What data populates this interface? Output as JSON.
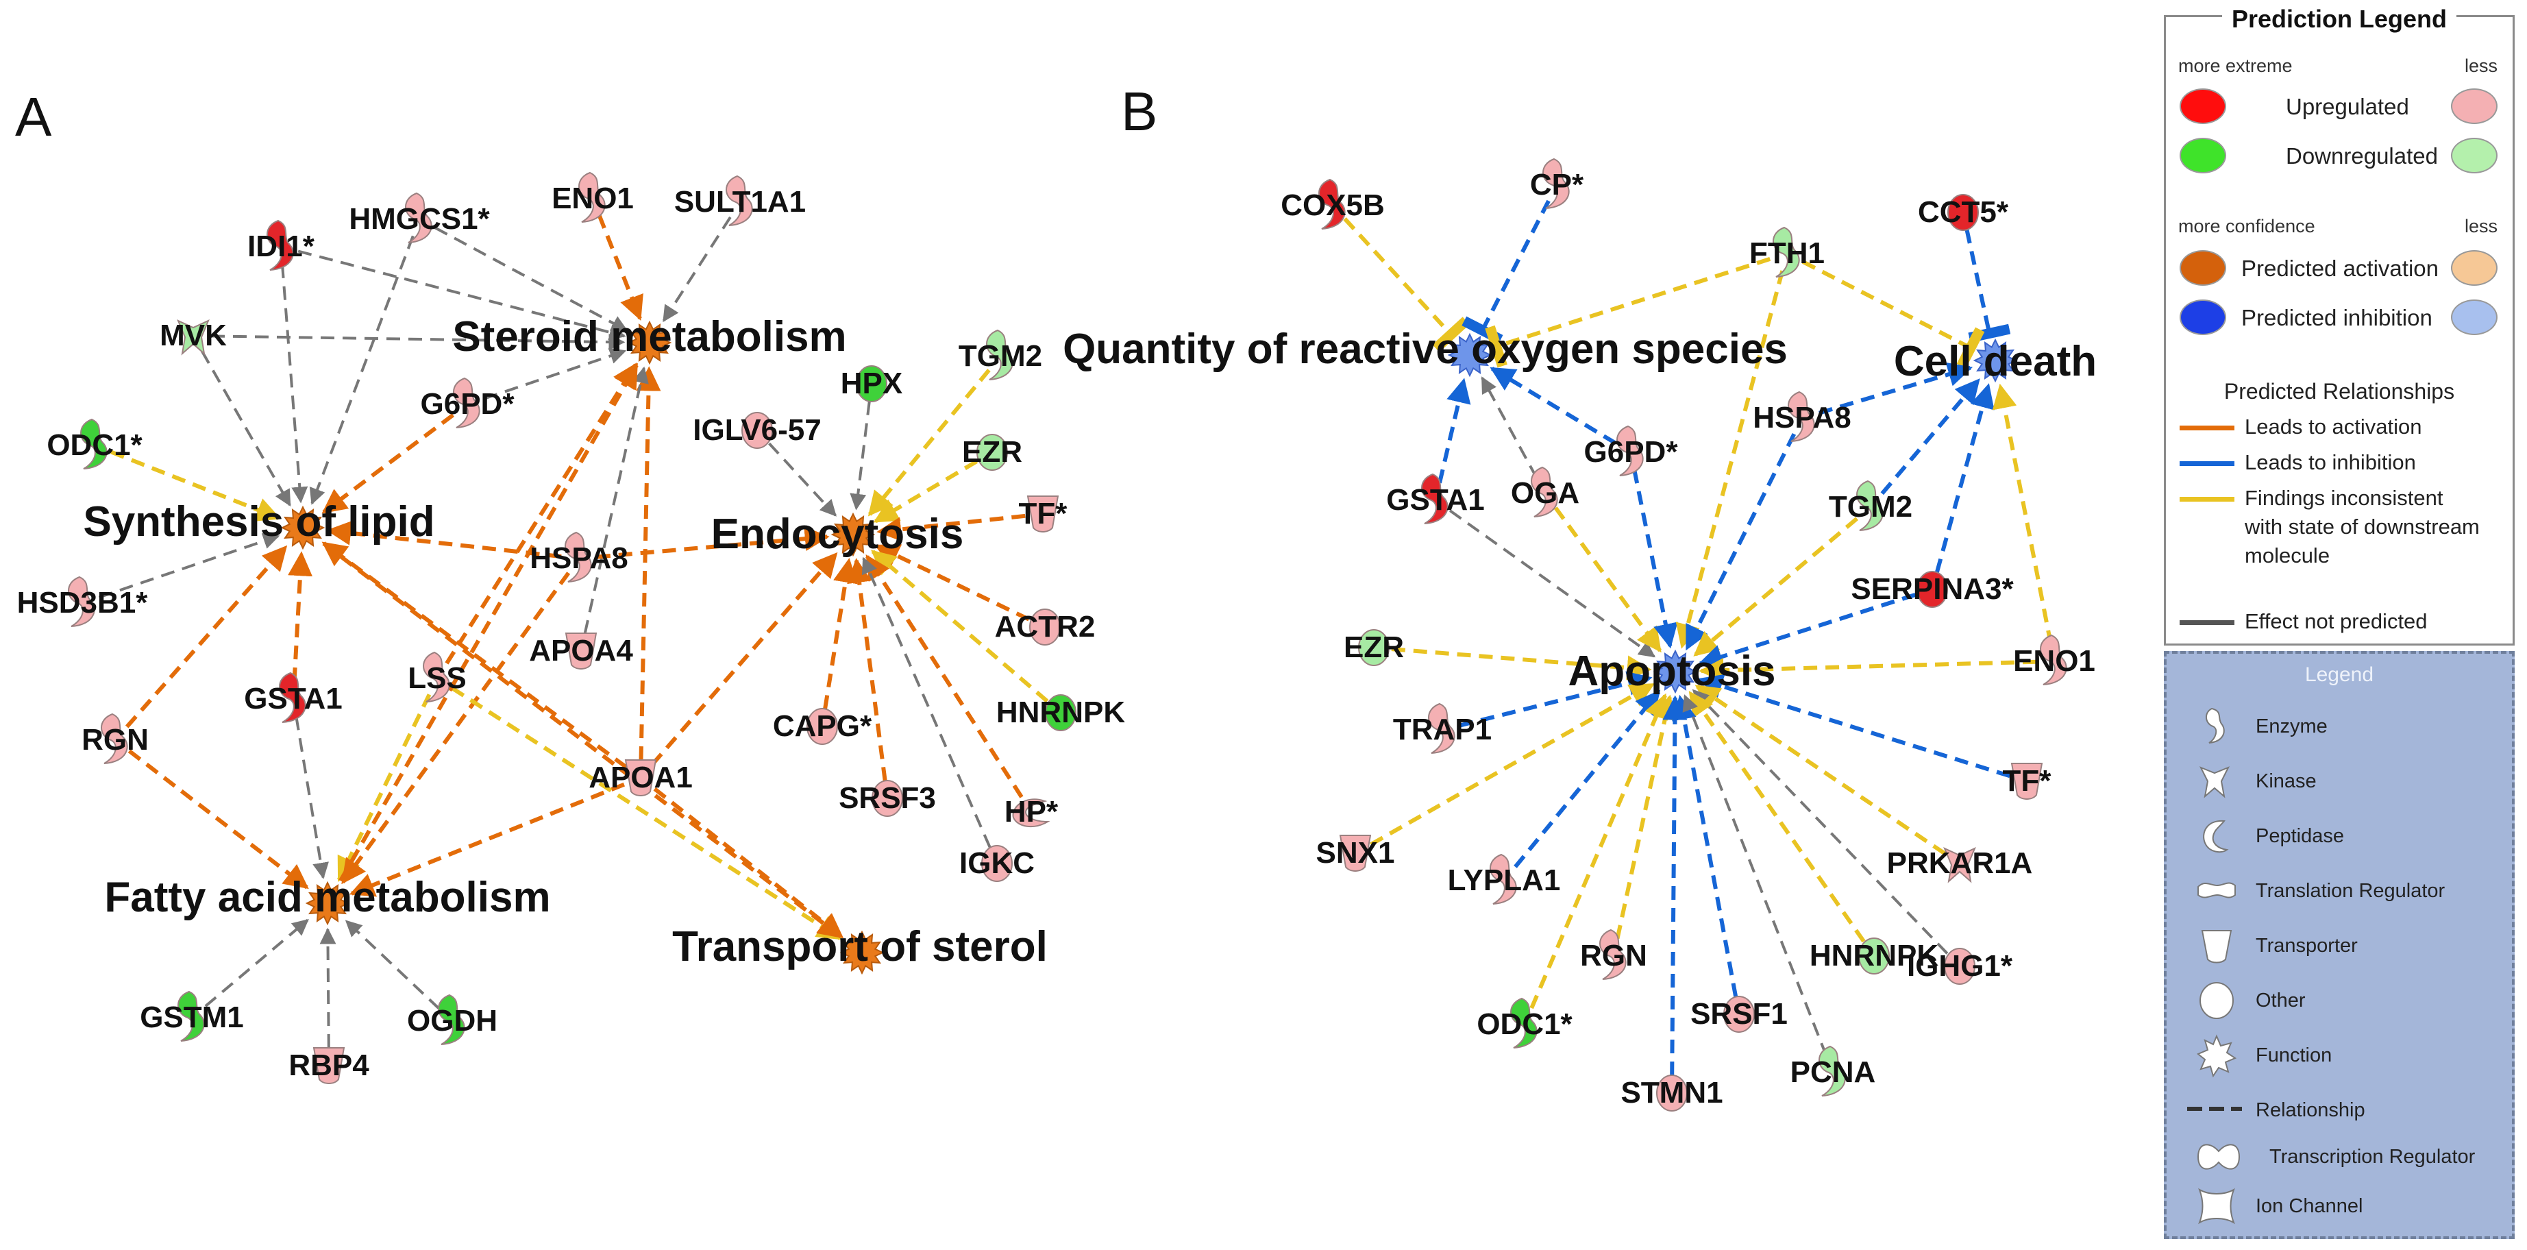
{
  "panels": {
    "a": "A",
    "b": "B"
  },
  "colors": {
    "activation": "#e36c09",
    "inhibition": "#1565d6",
    "inconsistent": "#e9c322",
    "not_predicted": "#777777",
    "up_strong": "#e3252a",
    "up_light": "#f4b0b3",
    "down_strong": "#3fd13a",
    "down_light": "#a7eaa3"
  },
  "network_a": {
    "functions": [
      {
        "id": "steroid",
        "label": "Steroid metabolism"
      },
      {
        "id": "lipid",
        "label": "Synthesis of lipid"
      },
      {
        "id": "endo",
        "label": "Endocytosis"
      },
      {
        "id": "fatty",
        "label": "Fatty acid metabolism"
      },
      {
        "id": "sterol",
        "label": "Transport of sterol"
      }
    ],
    "molecules": [
      {
        "id": "IDI1",
        "label": "IDI1*",
        "kind": "enzyme",
        "color": "up_strong"
      },
      {
        "id": "HMGCS1",
        "label": "HMGCS1*",
        "kind": "enzyme",
        "color": "up_light"
      },
      {
        "id": "ENO1",
        "label": "ENO1",
        "kind": "enzyme",
        "color": "up_light"
      },
      {
        "id": "SULT1A1",
        "label": "SULT1A1",
        "kind": "enzyme",
        "color": "up_light"
      },
      {
        "id": "MVK",
        "label": "MVK",
        "kind": "kinase",
        "color": "down_light"
      },
      {
        "id": "ODC1",
        "label": "ODC1*",
        "kind": "enzyme",
        "color": "down_strong"
      },
      {
        "id": "G6PD",
        "label": "G6PD*",
        "kind": "enzyme",
        "color": "up_light"
      },
      {
        "id": "HSD3B1",
        "label": "HSD3B1*",
        "kind": "enzyme",
        "color": "up_light"
      },
      {
        "id": "HSPA8",
        "label": "HSPA8",
        "kind": "enzyme",
        "color": "up_light"
      },
      {
        "id": "APOA4",
        "label": "APOA4",
        "kind": "transporter",
        "color": "up_light"
      },
      {
        "id": "LSS",
        "label": "LSS",
        "kind": "enzyme",
        "color": "up_light"
      },
      {
        "id": "GSTA1",
        "label": "GSTA1",
        "kind": "enzyme",
        "color": "up_strong"
      },
      {
        "id": "RGN",
        "label": "RGN",
        "kind": "enzyme",
        "color": "up_light"
      },
      {
        "id": "APOA1",
        "label": "APOA1",
        "kind": "transporter",
        "color": "up_light"
      },
      {
        "id": "GSTM1",
        "label": "GSTM1",
        "kind": "enzyme",
        "color": "down_strong"
      },
      {
        "id": "RBP4",
        "label": "RBP4",
        "kind": "transporter",
        "color": "up_light"
      },
      {
        "id": "OGDH",
        "label": "OGDH",
        "kind": "enzyme",
        "color": "down_strong"
      },
      {
        "id": "IGLV6-57",
        "label": "IGLV6-57",
        "kind": "other",
        "color": "up_light"
      },
      {
        "id": "HPX",
        "label": "HPX",
        "kind": "other",
        "color": "down_strong"
      },
      {
        "id": "TGM2",
        "label": "TGM2",
        "kind": "enzyme",
        "color": "down_light"
      },
      {
        "id": "EZR",
        "label": "EZR",
        "kind": "other",
        "color": "down_light"
      },
      {
        "id": "TF",
        "label": "TF*",
        "kind": "transporter",
        "color": "up_light"
      },
      {
        "id": "ACTR2",
        "label": "ACTR2",
        "kind": "other",
        "color": "up_light"
      },
      {
        "id": "HNRNPK",
        "label": "HNRNPK",
        "kind": "other",
        "color": "down_strong"
      },
      {
        "id": "CAPG",
        "label": "CAPG*",
        "kind": "other",
        "color": "up_light"
      },
      {
        "id": "SRSF3",
        "label": "SRSF3",
        "kind": "other",
        "color": "up_light"
      },
      {
        "id": "HP",
        "label": "HP*",
        "kind": "peptidase",
        "color": "up_light"
      },
      {
        "id": "IGKC",
        "label": "IGKC",
        "kind": "other",
        "color": "up_light"
      }
    ],
    "edges": [
      {
        "from": "ENO1",
        "to": "steroid",
        "type": "activation"
      },
      {
        "from": "SULT1A1",
        "to": "steroid",
        "type": "not_predicted"
      },
      {
        "from": "HMGCS1",
        "to": "steroid",
        "type": "not_predicted"
      },
      {
        "from": "IDI1",
        "to": "steroid",
        "type": "not_predicted"
      },
      {
        "from": "MVK",
        "to": "steroid",
        "type": "not_predicted"
      },
      {
        "from": "G6PD",
        "to": "steroid",
        "type": "not_predicted"
      },
      {
        "from": "IDI1",
        "to": "lipid",
        "type": "not_predicted"
      },
      {
        "from": "HMGCS1",
        "to": "lipid",
        "type": "not_predicted"
      },
      {
        "from": "MVK",
        "to": "lipid",
        "type": "not_predicted"
      },
      {
        "from": "ODC1",
        "to": "lipid",
        "type": "inconsistent"
      },
      {
        "from": "G6PD",
        "to": "lipid",
        "type": "activation"
      },
      {
        "from": "HSD3B1",
        "to": "lipid",
        "type": "not_predicted"
      },
      {
        "from": "RGN",
        "to": "lipid",
        "type": "activation"
      },
      {
        "from": "GSTA1",
        "to": "lipid",
        "type": "activation"
      },
      {
        "from": "HSPA8",
        "to": "lipid",
        "type": "activation"
      },
      {
        "from": "APOA1",
        "to": "lipid",
        "type": "activation"
      },
      {
        "from": "LSS",
        "to": "steroid",
        "type": "activation"
      },
      {
        "from": "APOA1",
        "to": "steroid",
        "type": "activation"
      },
      {
        "from": "APOA4",
        "to": "steroid",
        "type": "not_predicted"
      },
      {
        "from": "HSPA8",
        "to": "endo",
        "type": "activation"
      },
      {
        "from": "GSTA1",
        "to": "fatty",
        "type": "not_predicted"
      },
      {
        "from": "RGN",
        "to": "fatty",
        "type": "activation"
      },
      {
        "from": "LSS",
        "to": "fatty",
        "type": "inconsistent"
      },
      {
        "from": "HSPA8",
        "to": "fatty",
        "type": "activation"
      },
      {
        "from": "APOA1",
        "to": "fatty",
        "type": "activation"
      },
      {
        "from": "GSTM1",
        "to": "fatty",
        "type": "not_predicted"
      },
      {
        "from": "RBP4",
        "to": "fatty",
        "type": "not_predicted"
      },
      {
        "from": "OGDH",
        "to": "fatty",
        "type": "not_predicted"
      },
      {
        "from": "APOA1",
        "to": "sterol",
        "type": "activation"
      },
      {
        "from": "LSS",
        "to": "sterol",
        "type": "inconsistent"
      },
      {
        "from": "lipid",
        "to": "sterol",
        "type": "activation"
      },
      {
        "from": "APOA1",
        "to": "endo",
        "type": "activation"
      },
      {
        "from": "IGLV6-57",
        "to": "endo",
        "type": "not_predicted"
      },
      {
        "from": "HPX",
        "to": "endo",
        "type": "not_predicted"
      },
      {
        "from": "TGM2",
        "to": "endo",
        "type": "inconsistent"
      },
      {
        "from": "EZR",
        "to": "endo",
        "type": "inconsistent"
      },
      {
        "from": "TF",
        "to": "endo",
        "type": "activation"
      },
      {
        "from": "ACTR2",
        "to": "endo",
        "type": "activation"
      },
      {
        "from": "HNRNPK",
        "to": "endo",
        "type": "inconsistent"
      },
      {
        "from": "CAPG",
        "to": "endo",
        "type": "activation"
      },
      {
        "from": "SRSF3",
        "to": "endo",
        "type": "activation"
      },
      {
        "from": "HP",
        "to": "endo",
        "type": "activation"
      },
      {
        "from": "IGKC",
        "to": "endo",
        "type": "not_predicted"
      },
      {
        "from": "fatty",
        "to": "steroid",
        "type": "activation"
      }
    ]
  },
  "network_b": {
    "functions": [
      {
        "id": "ros",
        "label": "Quantity of reactive oxygen species"
      },
      {
        "id": "death",
        "label": "Cell death"
      },
      {
        "id": "apop",
        "label": "Apoptosis"
      }
    ],
    "molecules": [
      {
        "id": "COX5B",
        "label": "COX5B",
        "kind": "enzyme",
        "color": "up_strong"
      },
      {
        "id": "CP",
        "label": "CP*",
        "kind": "enzyme",
        "color": "up_light"
      },
      {
        "id": "FTH1",
        "label": "FTH1",
        "kind": "enzyme",
        "color": "down_light"
      },
      {
        "id": "CCT5",
        "label": "CCT5*",
        "kind": "other",
        "color": "up_strong"
      },
      {
        "id": "GSTA1",
        "label": "GSTA1",
        "kind": "enzyme",
        "color": "up_strong"
      },
      {
        "id": "OGA",
        "label": "OGA",
        "kind": "enzyme",
        "color": "up_light"
      },
      {
        "id": "G6PD",
        "label": "G6PD*",
        "kind": "enzyme",
        "color": "up_light"
      },
      {
        "id": "HSPA8",
        "label": "HSPA8",
        "kind": "enzyme",
        "color": "up_light"
      },
      {
        "id": "TGM2",
        "label": "TGM2",
        "kind": "enzyme",
        "color": "down_light"
      },
      {
        "id": "SERPINA3",
        "label": "SERPINA3*",
        "kind": "other",
        "color": "up_strong"
      },
      {
        "id": "EZR",
        "label": "EZR",
        "kind": "other",
        "color": "down_light"
      },
      {
        "id": "ENO1",
        "label": "ENO1",
        "kind": "enzyme",
        "color": "up_light"
      },
      {
        "id": "TRAP1",
        "label": "TRAP1",
        "kind": "enzyme",
        "color": "up_light"
      },
      {
        "id": "TF",
        "label": "TF*",
        "kind": "transporter",
        "color": "up_light"
      },
      {
        "id": "SNX1",
        "label": "SNX1",
        "kind": "transporter",
        "color": "up_light"
      },
      {
        "id": "PRKAR1A",
        "label": "PRKAR1A",
        "kind": "kinase",
        "color": "up_light"
      },
      {
        "id": "LYPLA1",
        "label": "LYPLA1",
        "kind": "enzyme",
        "color": "up_light"
      },
      {
        "id": "RGN",
        "label": "RGN",
        "kind": "enzyme",
        "color": "up_light"
      },
      {
        "id": "HNRNPK",
        "label": "HNRNPK",
        "kind": "other",
        "color": "down_light"
      },
      {
        "id": "IGHG1",
        "label": "IGHG1*",
        "kind": "other",
        "color": "up_light"
      },
      {
        "id": "ODC1",
        "label": "ODC1*",
        "kind": "enzyme",
        "color": "down_strong"
      },
      {
        "id": "SRSF1",
        "label": "SRSF1",
        "kind": "other",
        "color": "up_light"
      },
      {
        "id": "STMN1",
        "label": "STMN1",
        "kind": "other",
        "color": "up_light"
      },
      {
        "id": "PCNA",
        "label": "PCNA",
        "kind": "enzyme",
        "color": "down_light"
      }
    ],
    "edges": [
      {
        "from": "COX5B",
        "to": "ros",
        "type": "inconsistent_block"
      },
      {
        "from": "CP",
        "to": "ros",
        "type": "inhibition_block"
      },
      {
        "from": "FTH1",
        "to": "ros",
        "type": "inconsistent_block"
      },
      {
        "from": "CCT5",
        "to": "death",
        "type": "inhibition_block"
      },
      {
        "from": "FTH1",
        "to": "death",
        "type": "inconsistent_block"
      },
      {
        "from": "GSTA1",
        "to": "ros",
        "type": "inhibition"
      },
      {
        "from": "OGA",
        "to": "ros",
        "type": "not_predicted"
      },
      {
        "from": "G6PD",
        "to": "ros",
        "type": "inhibition"
      },
      {
        "from": "HSPA8",
        "to": "death",
        "type": "inhibition"
      },
      {
        "from": "TGM2",
        "to": "death",
        "type": "inhibition"
      },
      {
        "from": "SERPINA3",
        "to": "death",
        "type": "inhibition"
      },
      {
        "from": "ENO1",
        "to": "death",
        "type": "inconsistent"
      },
      {
        "from": "GSTA1",
        "to": "apop",
        "type": "not_predicted"
      },
      {
        "from": "OGA",
        "to": "apop",
        "type": "inconsistent"
      },
      {
        "from": "G6PD",
        "to": "apop",
        "type": "inhibition"
      },
      {
        "from": "FTH1",
        "to": "apop",
        "type": "inconsistent"
      },
      {
        "from": "HSPA8",
        "to": "apop",
        "type": "inhibition"
      },
      {
        "from": "TGM2",
        "to": "apop",
        "type": "inconsistent"
      },
      {
        "from": "SERPINA3",
        "to": "apop",
        "type": "inhibition"
      },
      {
        "from": "EZR",
        "to": "apop",
        "type": "inconsistent"
      },
      {
        "from": "ENO1",
        "to": "apop",
        "type": "inconsistent"
      },
      {
        "from": "TRAP1",
        "to": "apop",
        "type": "inhibition"
      },
      {
        "from": "TF",
        "to": "apop",
        "type": "inhibition"
      },
      {
        "from": "SNX1",
        "to": "apop",
        "type": "inconsistent"
      },
      {
        "from": "PRKAR1A",
        "to": "apop",
        "type": "inconsistent"
      },
      {
        "from": "LYPLA1",
        "to": "apop",
        "type": "inhibition"
      },
      {
        "from": "IGHG1",
        "to": "apop",
        "type": "not_predicted"
      },
      {
        "from": "RGN",
        "to": "apop",
        "type": "inconsistent"
      },
      {
        "from": "HNRNPK",
        "to": "apop",
        "type": "inconsistent"
      },
      {
        "from": "ODC1",
        "to": "apop",
        "type": "inconsistent"
      },
      {
        "from": "SRSF1",
        "to": "apop",
        "type": "inhibition"
      },
      {
        "from": "STMN1",
        "to": "apop",
        "type": "inhibition"
      },
      {
        "from": "PCNA",
        "to": "apop",
        "type": "not_predicted"
      }
    ]
  },
  "prediction_legend": {
    "title": "Prediction Legend",
    "more_extreme": "more extreme",
    "less": "less",
    "upregulated": "Upregulated",
    "downregulated": "Downregulated",
    "more_confidence": "more confidence",
    "predicted_activation": "Predicted activation",
    "predicted_inhibition": "Predicted inhibition",
    "relationships_title": "Predicted Relationships",
    "leads_to_activation": "Leads to activation",
    "leads_to_inhibition": "Leads to inhibition",
    "findings_inconsistent_1": "Findings inconsistent",
    "findings_inconsistent_2": "with state of downstream",
    "findings_inconsistent_3": "molecule",
    "effect_not_predicted": "Effect not predicted"
  },
  "shape_legend": {
    "title": "Legend",
    "items": [
      "Enzyme",
      "Kinase",
      "Peptidase",
      "Translation Regulator",
      "Transporter",
      "Other",
      "Function",
      "Relationship",
      "Transcription Regulator",
      "Ion Channel"
    ]
  }
}
